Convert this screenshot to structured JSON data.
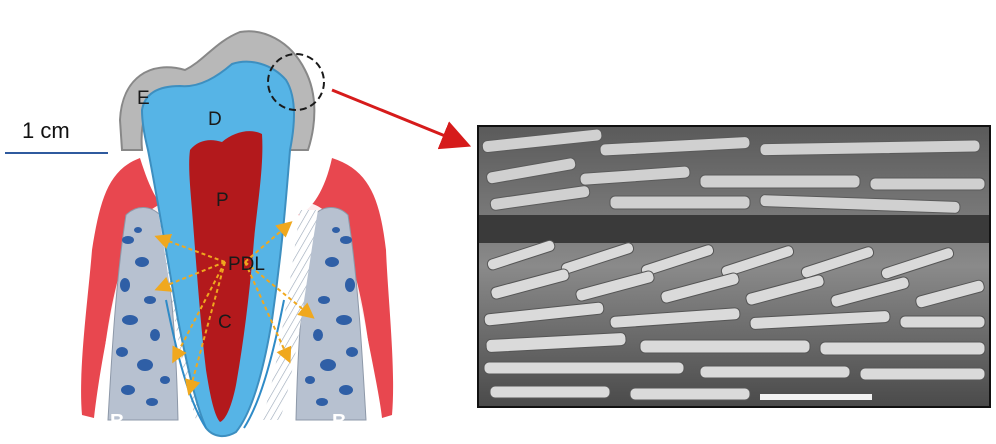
{
  "scale": {
    "label": "1 cm"
  },
  "labels": {
    "enamel": "E",
    "dentin": "D",
    "pulp": "P",
    "pdl": "PDL",
    "cementum": "C",
    "bone_left": "B",
    "bone_right": "B"
  },
  "colors": {
    "gum": "#e8474f",
    "dentin": "#56b4e6",
    "pulp": "#b3191c",
    "enamel": "#b8b8b8",
    "bone": "#b7c1d0",
    "bone_pore": "#2f5fa6",
    "arrow": "#d61b1b",
    "pdl_arrow": "#f0a81e"
  },
  "micrograph": {
    "caption": "",
    "scale_bar_present": true
  }
}
